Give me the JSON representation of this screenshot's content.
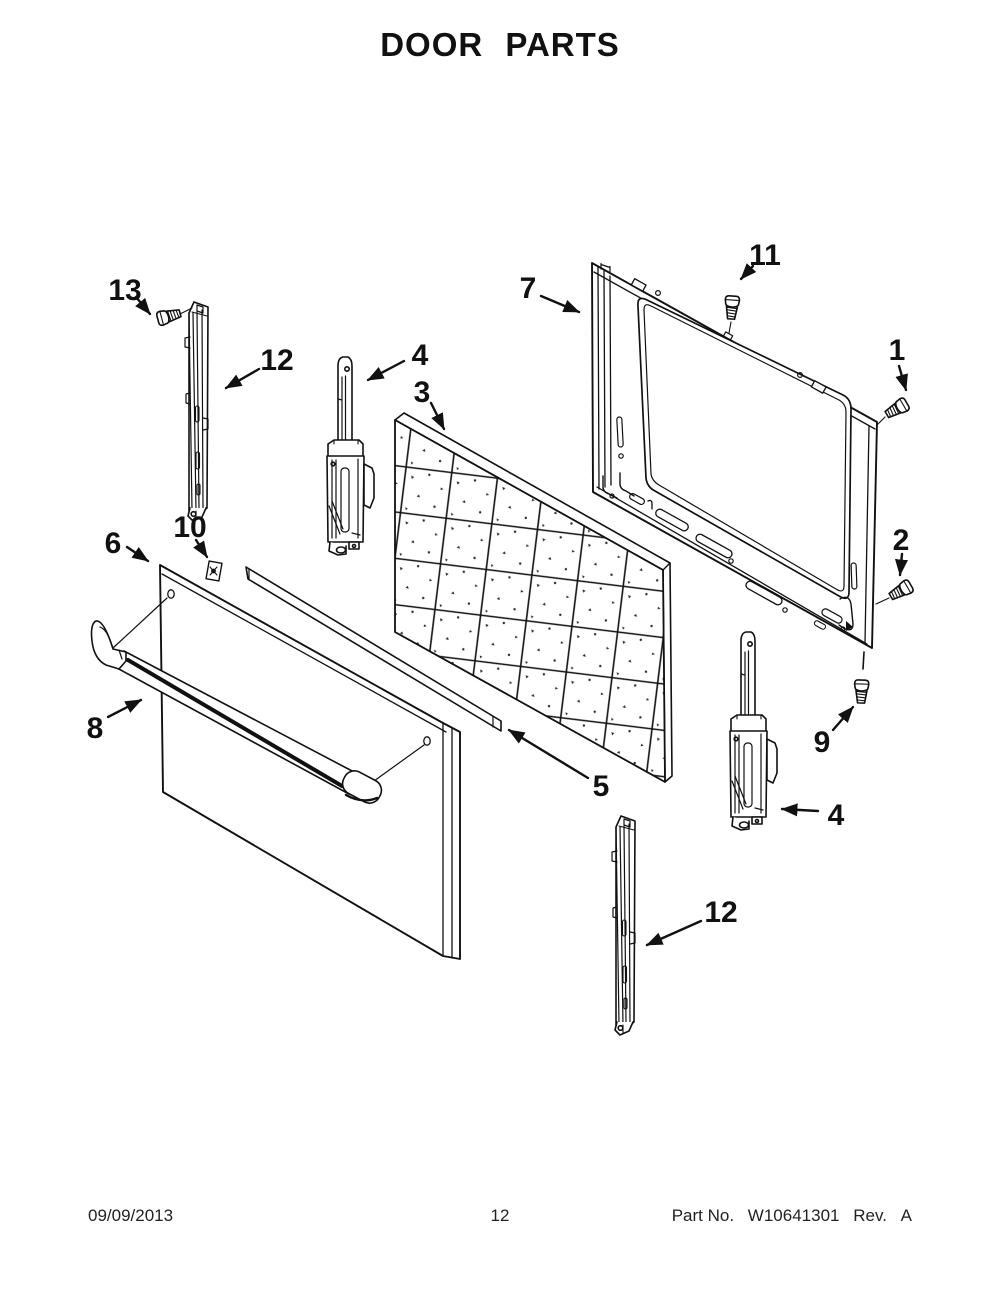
{
  "title": "DOOR PARTS",
  "part_labels": [
    {
      "text": "13"
    },
    {
      "text": "12"
    },
    {
      "text": "4"
    },
    {
      "text": "3"
    },
    {
      "text": "7"
    },
    {
      "text": "11"
    },
    {
      "text": "1"
    },
    {
      "text": "2"
    },
    {
      "text": "9"
    },
    {
      "text": "4"
    },
    {
      "text": "12"
    },
    {
      "text": "10"
    },
    {
      "text": "6"
    },
    {
      "text": "8"
    },
    {
      "text": "5"
    }
  ],
  "footer": {
    "date": "09/09/2013",
    "page": "12",
    "part_label": "Part No.",
    "part_number": "W10641301",
    "rev_label": "Rev.",
    "revision": "A"
  },
  "colors": {
    "line": "#111111",
    "background": "#ffffff"
  }
}
